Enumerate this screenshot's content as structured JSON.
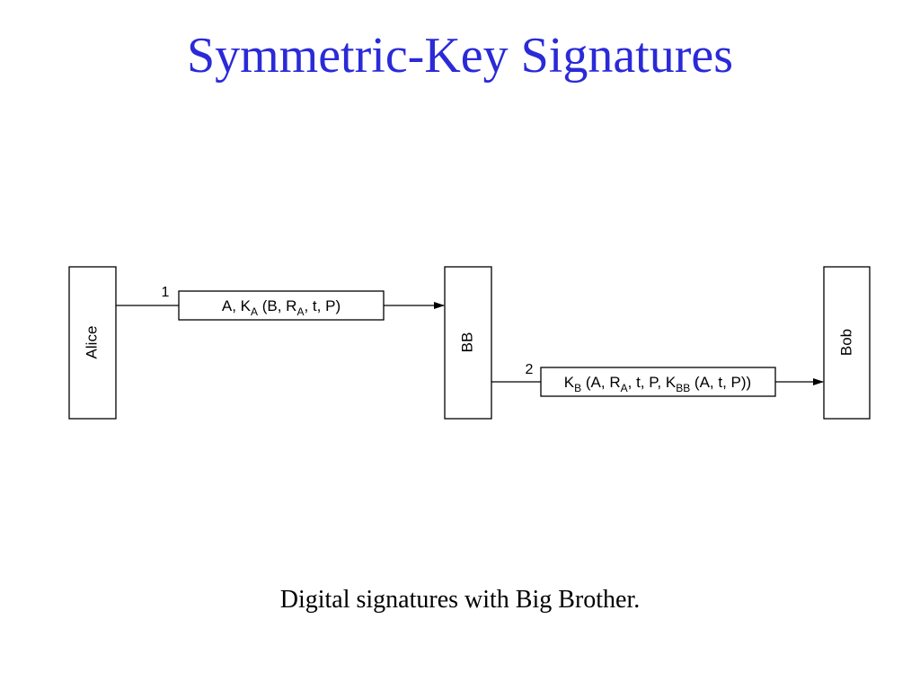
{
  "slide": {
    "title": "Symmetric-Key Signatures",
    "caption": "Digital signatures with Big Brother."
  },
  "diagram": {
    "parties": {
      "alice": "Alice",
      "bb": "BB",
      "bob": "Bob"
    },
    "messages": [
      {
        "step": "1",
        "parts": {
          "p1": "A, K",
          "s1": "A",
          "p2": " (B, R",
          "s2": "A",
          "p3": ", t, P)"
        }
      },
      {
        "step": "2",
        "parts": {
          "p1": "K",
          "s1": "B",
          "p2": " (A, R",
          "s2": "A",
          "p3": ", t, P, K",
          "s3": "BB",
          "p4": " (A, t, P))"
        }
      }
    ]
  }
}
